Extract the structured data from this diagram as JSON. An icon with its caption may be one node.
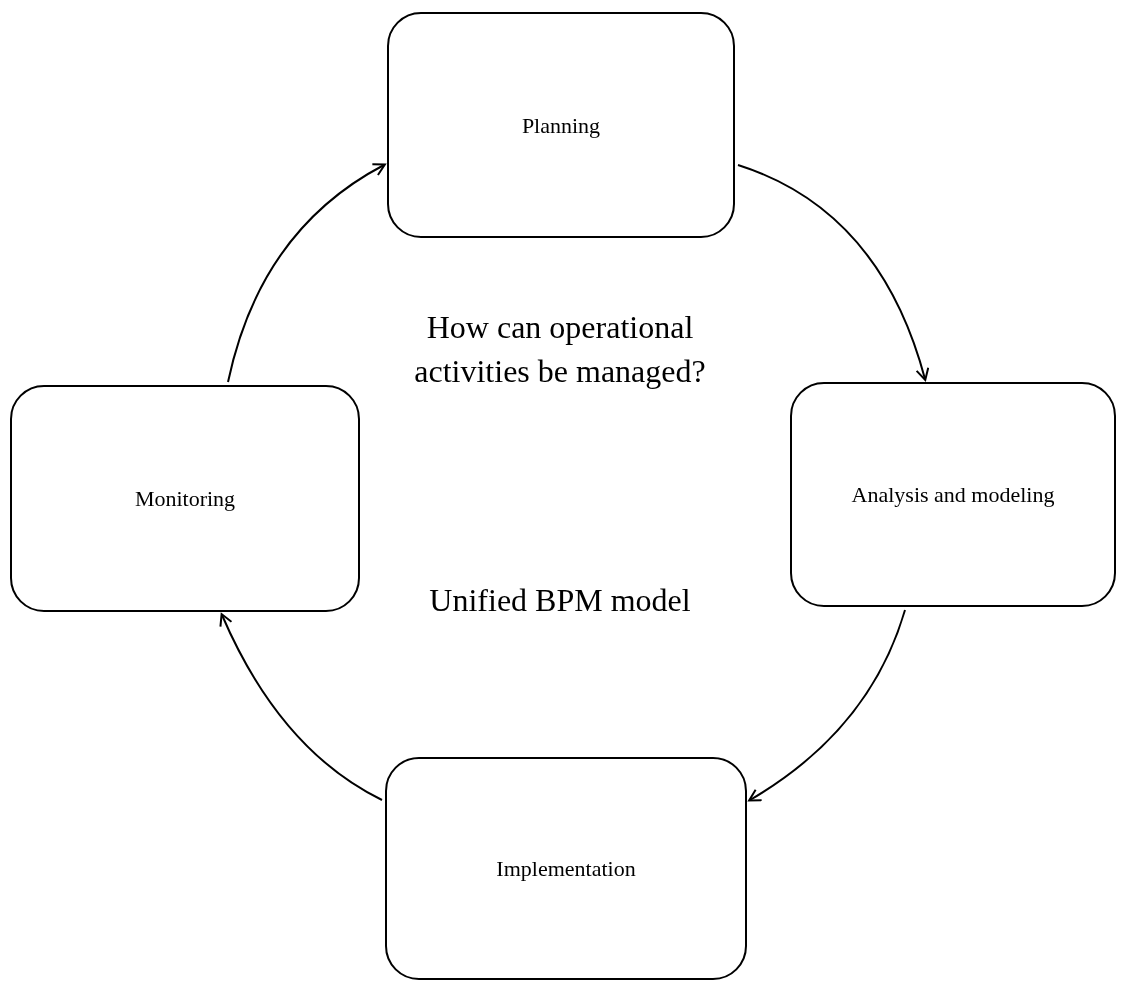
{
  "diagram": {
    "nodes": [
      {
        "text": [
          "Planning"
        ]
      },
      {
        "text": [
          "Analysis and modeling"
        ]
      },
      {
        "text": [
          "Implementation"
        ]
      },
      {
        "text": [
          "Monitoring"
        ]
      }
    ],
    "edges": [
      {
        "from": 0,
        "to": 1,
        "arrow": "to"
      },
      {
        "from": 1,
        "to": 2,
        "arrow": "to"
      },
      {
        "from": 2,
        "to": 3,
        "arrow": "to"
      },
      {
        "from": 3,
        "to": 0,
        "arrow": "to"
      }
    ],
    "labels": [
      "How can operational activities be managed?",
      "Unified BPM model"
    ]
  }
}
